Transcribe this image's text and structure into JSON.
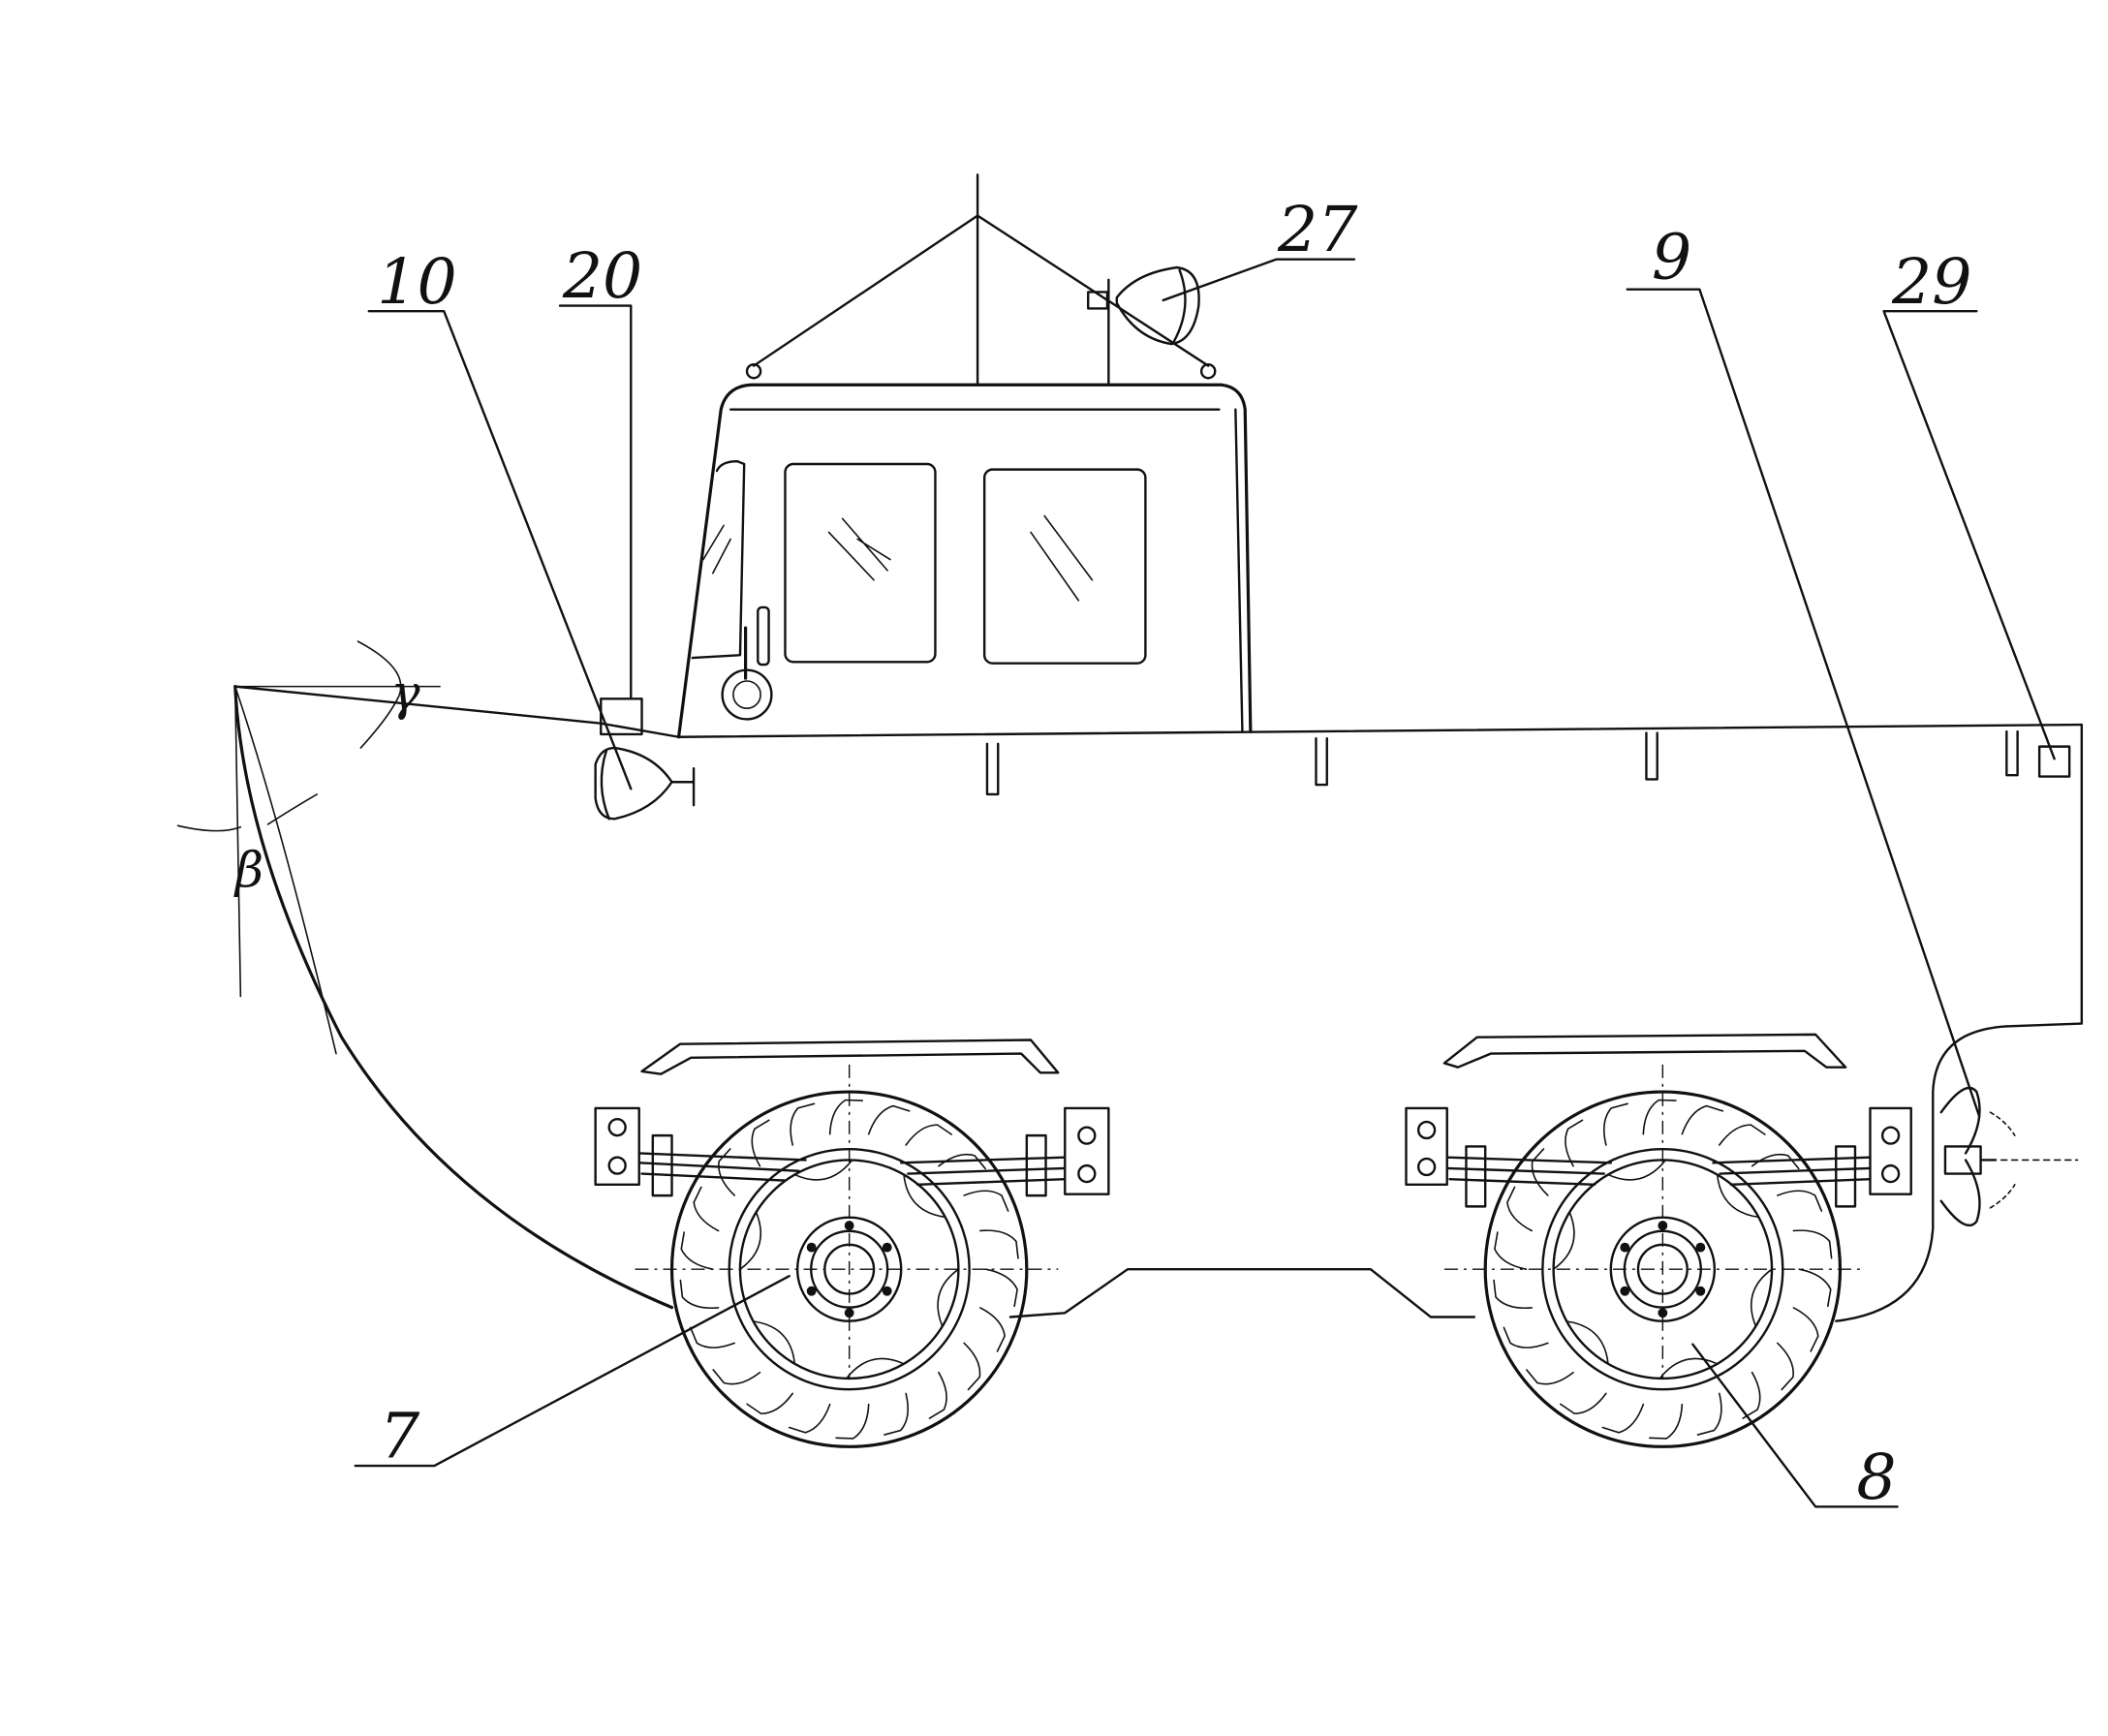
{
  "labels": {
    "l7": "7",
    "l8": "8",
    "l9": "9",
    "l10": "10",
    "l20": "20",
    "l27": "27",
    "l29": "29"
  },
  "angle_symbols": {
    "beta": "β",
    "gamma": "γ"
  }
}
